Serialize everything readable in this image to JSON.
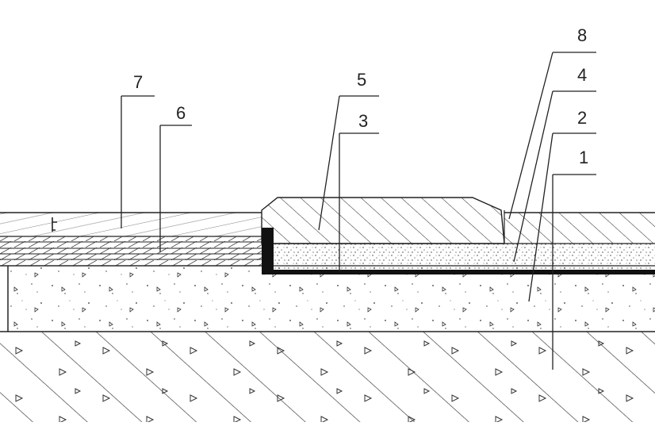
{
  "labels": {
    "l1": "1",
    "l2": "2",
    "l3": "3",
    "l4": "4",
    "l5": "5",
    "l6": "6",
    "l7": "7",
    "l8": "8"
  },
  "colors": {
    "line": "#222222",
    "background": "#ffffff",
    "membrane": "#111111"
  }
}
